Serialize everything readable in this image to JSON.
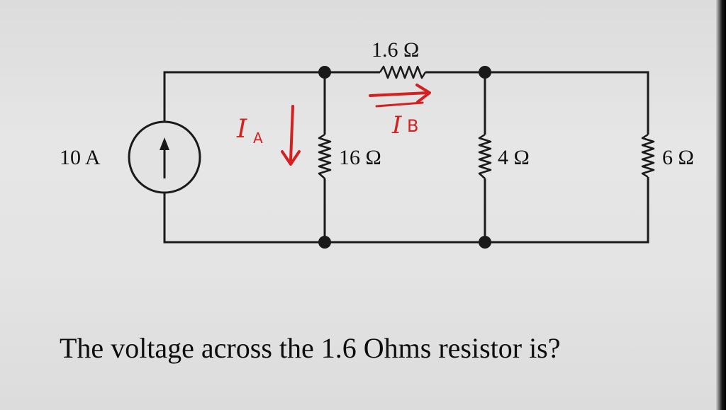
{
  "diagram": {
    "source_label": "10 A",
    "resistor_top_label": "1.6 Ω",
    "resistor_16_label": "16 Ω",
    "resistor_4_label": "4 Ω",
    "resistor_6_label": "6 Ω",
    "annotation_ia": "I",
    "annotation_ia_sub": "A",
    "annotation_ib": "I",
    "annotation_ib_sub": "B",
    "annotation_color": "#d42020",
    "wire_color": "#1a1a1a"
  },
  "question": {
    "text": "The voltage across the 1.6 Ohms resistor is?"
  }
}
